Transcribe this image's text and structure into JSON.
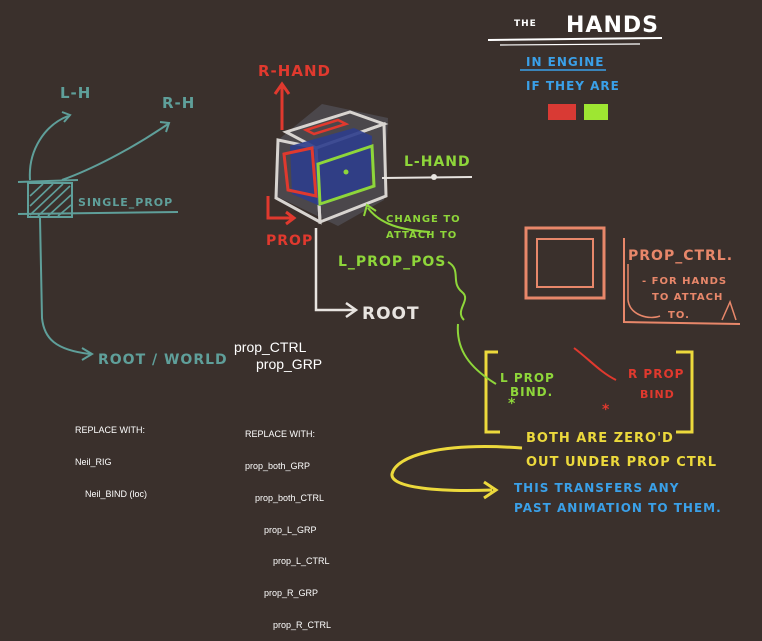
{
  "colors": {
    "background": "#3a302c",
    "teal": "#5f9f9a",
    "red": "#e0392e",
    "green": "#8ed63a",
    "yellow": "#ecd93c",
    "blue": "#3aa0e8",
    "orange": "#e8876a",
    "white": "#e8e4e0",
    "grey": "#b7b2ad",
    "swatch_red": "#d93a34",
    "swatch_green": "#9ee632"
  },
  "left_sketch": {
    "l_h": "L-H",
    "r_h": "R-H",
    "single_prop": "SINGLE_PROP",
    "root_world": "ROOT / WORLD"
  },
  "typed": {
    "prop_ctrl": "prop_CTRL",
    "prop_grp": "prop_GRP"
  },
  "replace_left": {
    "title": "REPLACE WITH:",
    "lines": [
      "Neil_RIG",
      "Neil_BIND (loc)"
    ]
  },
  "replace_right": {
    "title": "REPLACE WITH:",
    "lines": [
      "prop_both_GRP",
      "prop_both_CTRL",
      "prop_L_GRP",
      "prop_L_CTRL",
      "prop_R_GRP",
      "prop_R_CTRL"
    ]
  },
  "center_sketch": {
    "r_hand": "R-HAND",
    "l_hand": "L-HAND",
    "prop": "PROP",
    "change_to": "CHANGE TO",
    "attach_to": "ATTACH TO",
    "l_prop_pos": "L_PROP_POS",
    "root": "ROOT"
  },
  "top_right": {
    "title_small": "THE",
    "title_big": "HANDS",
    "line1": "IN ENGINE",
    "line2": "IF THEY ARE"
  },
  "prop_ctrl_box": {
    "title": "PROP_CTRL.",
    "line1": "- FOR HANDS",
    "line2": "TO ATTACH",
    "line3": "TO."
  },
  "bind_box": {
    "l_prop": "L PROP",
    "l_bind": "BIND.",
    "r_prop": "R PROP",
    "r_bind": "BIND",
    "zero1": "BOTH ARE ZERO'D",
    "zero2": "OUT UNDER PROP CTRL",
    "transfer1": "THIS TRANSFERS ANY",
    "transfer2": "PAST ANIMATION TO THEM."
  }
}
